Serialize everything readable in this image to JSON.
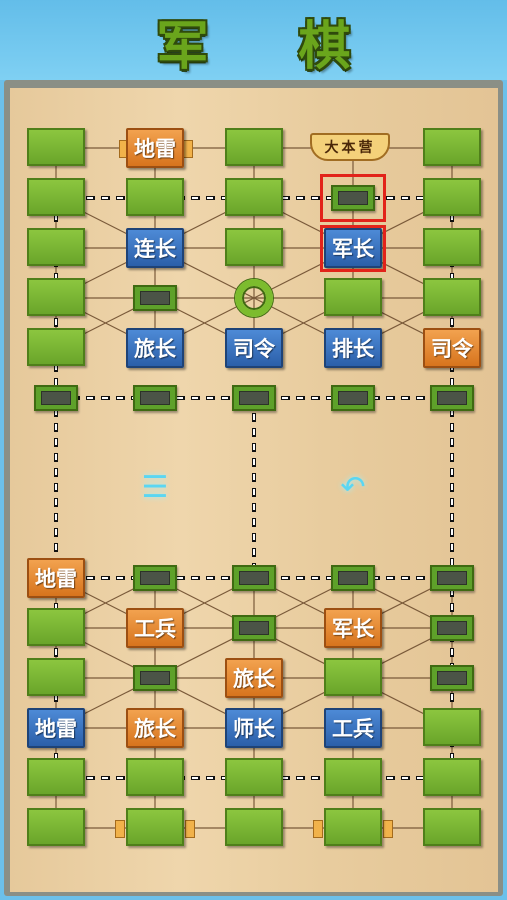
{
  "title": "军 棋",
  "headquarters_label": "大本营",
  "menu_icon": "list-icon",
  "undo_icon": "undo-icon",
  "colors": {
    "blue": "#2b5fa9",
    "orange": "#d7741d",
    "tile": "#7cbc2e",
    "selection": "#e2231a"
  },
  "top_pieces": {
    "p1": "地雷",
    "p2": "连长",
    "p3": "军长",
    "p4": "旅长",
    "p5": "司令",
    "p6": "排长",
    "p7": "司令"
  },
  "bottom_pieces": {
    "p1": "地雷",
    "p2": "工兵",
    "p3": "军长",
    "p4": "旅长",
    "p5": "地雷",
    "p6": "旅长",
    "p7": "师长",
    "p8": "工兵"
  }
}
